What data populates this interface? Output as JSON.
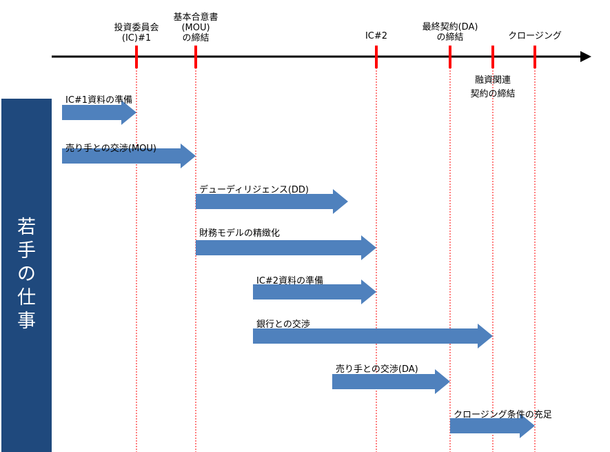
{
  "side_title": [
    "若",
    "手",
    "の",
    "仕",
    "事"
  ],
  "colors": {
    "axis": "#000000",
    "milestone": "#ff0000",
    "guide": "#ff0000",
    "arrow": "#4f81bd",
    "panel": "#1f497d"
  },
  "milestones": [
    {
      "id": "ic1",
      "above": [
        "投資委員会",
        "(IC)#1"
      ],
      "below": []
    },
    {
      "id": "mou",
      "above": [
        "基本合意書",
        "(MOU)",
        "の締結"
      ],
      "below": []
    },
    {
      "id": "ic2",
      "above": [
        "IC#2"
      ],
      "below": []
    },
    {
      "id": "da",
      "above": [
        "最終契約(DA)",
        "の締結"
      ],
      "below": []
    },
    {
      "id": "fin",
      "above": [],
      "below": [
        "融資関連",
        "契約の締結"
      ]
    },
    {
      "id": "close",
      "above": [
        "クロージング"
      ],
      "below": []
    }
  ],
  "tasks": [
    {
      "label": "IC#1資料の準備",
      "from": "start",
      "to": "ic1"
    },
    {
      "label": "売り手との交渉(MOU)",
      "from": "start",
      "to": "mou"
    },
    {
      "label": "デューディリジェンス(DD)",
      "from": "mou",
      "to": "mid_dd"
    },
    {
      "label": "財務モデルの精緻化",
      "from": "mou",
      "to": "ic2"
    },
    {
      "label": "IC#2資料の準備",
      "from": "mid_ic2prep",
      "to": "ic2"
    },
    {
      "label": "銀行との交渉",
      "from": "mid_ic2prep",
      "to": "fin"
    },
    {
      "label": "売り手との交渉(DA)",
      "from": "mid_da",
      "to": "da"
    },
    {
      "label": "クロージング条件の充足",
      "from": "da",
      "to": "close"
    }
  ]
}
